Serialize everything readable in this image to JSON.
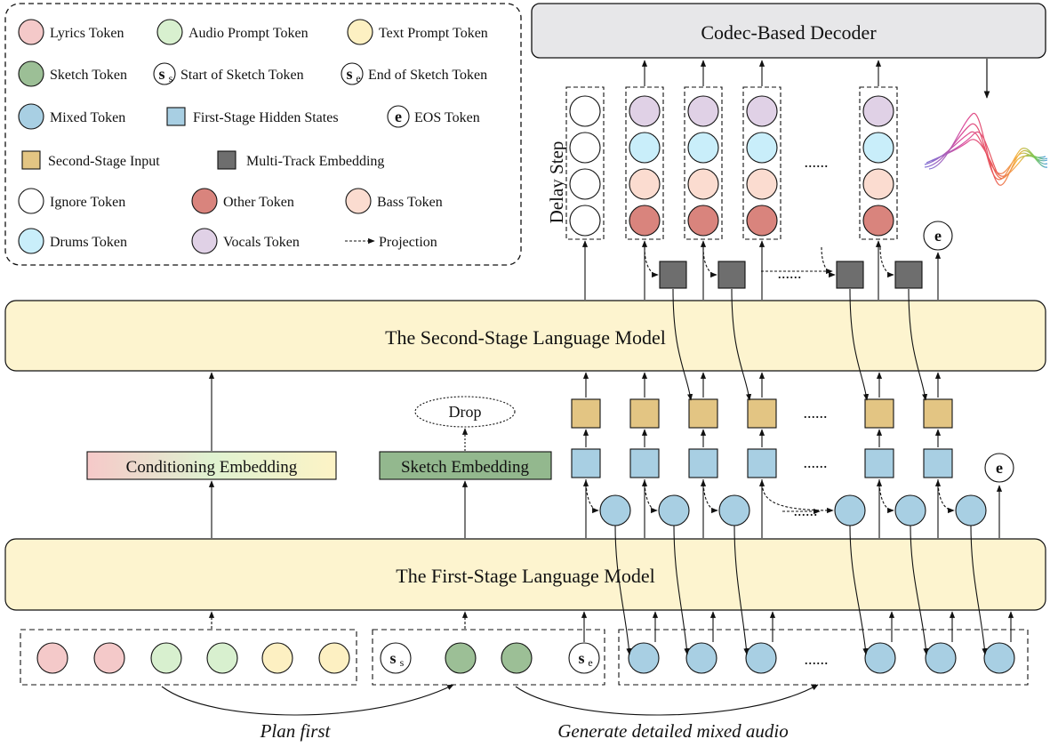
{
  "legend": {
    "items": [
      {
        "key": "lyrics",
        "label": "Lyrics Token",
        "fill": "#f4c9c9"
      },
      {
        "key": "audio_prompt",
        "label": "Audio Prompt Token",
        "fill": "#d8f0cf"
      },
      {
        "key": "text_prompt",
        "label": "Text Prompt Token",
        "fill": "#fdf0c2"
      },
      {
        "key": "sketch",
        "label": "Sketch Token",
        "fill": "#9cbf96"
      },
      {
        "key": "start_sketch",
        "label": "Start of Sketch Token",
        "glyph_main": "s",
        "glyph_sub": "s"
      },
      {
        "key": "end_sketch",
        "label": "End of Sketch Token",
        "glyph_main": "s",
        "glyph_sub": "e"
      },
      {
        "key": "mixed",
        "label": "Mixed Token",
        "fill": "#a8cfe3"
      },
      {
        "key": "hidden",
        "label": "First-Stage Hidden States",
        "fill": "#a8cfe3"
      },
      {
        "key": "eos",
        "label": "EOS Token",
        "glyph_main": "e"
      },
      {
        "key": "second_input",
        "label": "Second-Stage Input",
        "fill": "#e3c583"
      },
      {
        "key": "multitrack",
        "label": "Multi-Track Embedding",
        "fill": "#6e6e6e"
      },
      {
        "key": "ignore",
        "label": "Ignore Token",
        "fill": "#ffffff"
      },
      {
        "key": "other",
        "label": "Other Token",
        "fill": "#d9847d"
      },
      {
        "key": "bass",
        "label": "Bass Token",
        "fill": "#fbdcd0"
      },
      {
        "key": "drums",
        "label": "Drums Token",
        "fill": "#c9eefa"
      },
      {
        "key": "vocals",
        "label": "Vocals Token",
        "fill": "#e0d1e6"
      },
      {
        "key": "projection",
        "label": "Projection"
      }
    ]
  },
  "decoder": {
    "label": "Codec-Based Decoder"
  },
  "second_stage": {
    "label": "The Second-Stage Language Model"
  },
  "first_stage": {
    "label": "The First-Stage Language Model"
  },
  "conditioning": {
    "label": "Conditioning  Embedding"
  },
  "sketch_embedding": {
    "label": "Sketch Embedding",
    "fill": "#93b88e"
  },
  "drop": {
    "label": "Drop"
  },
  "delay_step": {
    "label": "Delay Step"
  },
  "ellipsis": "......",
  "eos_glyph": "e",
  "captions": {
    "plan": "Plan first",
    "generate": "Generate detailed mixed audio"
  },
  "colors": {
    "model_fill": "#fdf4cf",
    "decoder_fill": "#e7e7e9",
    "ink": "#111111"
  }
}
